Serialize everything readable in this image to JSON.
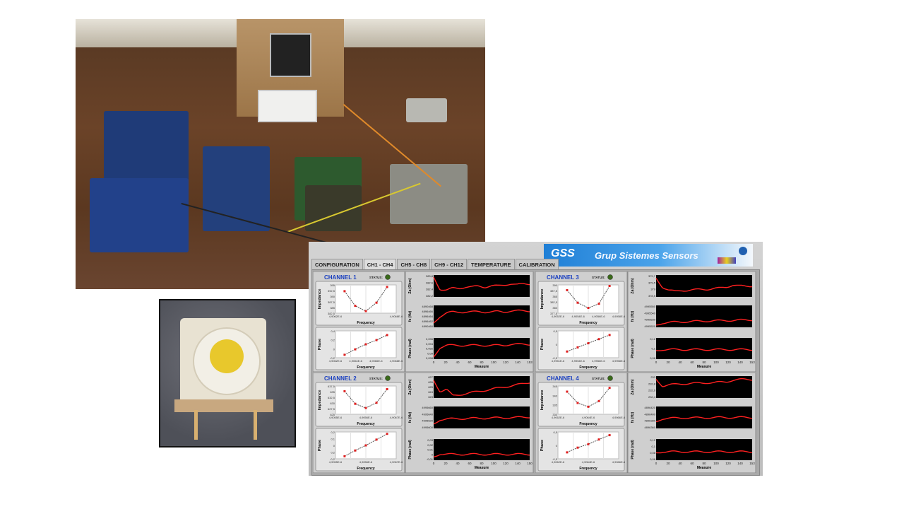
{
  "panel": {
    "banner": {
      "logo": "GSS",
      "title": "Grup Sistemes Sensors"
    },
    "tabs": [
      "CONFIGURATION",
      "CH1 - CH4",
      "CH5 - CH8",
      "CH9 - CH12",
      "TEMPERATURE",
      "CALIBRATION"
    ],
    "active_tab": 1,
    "status_label": "STATUS:",
    "colors": {
      "trace": "#ff2020",
      "plot_bg": "#000000",
      "led": "#3a6a1a",
      "title": "#1a3fc0"
    },
    "channels": [
      {
        "title": "CHANNEL 1",
        "imp": {
          "ylabel": "Impedance",
          "yticks": [
            "395",
            "392,5",
            "390",
            "387,5",
            "385",
            "382,5"
          ],
          "xticks": [
            "4,9062E-6",
            "4,9068E-6"
          ],
          "xlabel": "Frequency",
          "y": [
            392.5,
            385.5,
            383,
            387,
            394.5
          ],
          "ylim": [
            382,
            395.5
          ]
        },
        "phase": {
          "ylabel": "Phase",
          "yticks": [
            "0,4",
            "0,2",
            "0",
            "-0,2"
          ],
          "xticks": [
            "4,9062E-6",
            "4,9064E-6",
            "4,9066E-6",
            "4,9068E-6"
          ],
          "xlabel": "Frequency",
          "y": [
            -0.15,
            -0.02,
            0.1,
            0.2,
            0.32
          ],
          "ylim": [
            -0.22,
            0.42
          ]
        },
        "za": {
          "ylabel": "Za (Ohm)",
          "yticks": [
            "383,8",
            "382,6",
            "382,4",
            "382,2"
          ],
          "trend": [
            0.9,
            0.35,
            0.3,
            0.4,
            0.4,
            0.45,
            0.45,
            0.5,
            0.45,
            0.5,
            0.5,
            0.55,
            0.6,
            0.55,
            0.6,
            0.6
          ]
        },
        "fs": {
          "ylabel": "fs (Hz)",
          "yticks": [
            "4890468",
            "4896466",
            "4896464",
            "4896462",
            "4890460"
          ],
          "trend": [
            0.2,
            0.5,
            0.65,
            0.7,
            0.7,
            0.7,
            0.7,
            0.72,
            0.7,
            0.7,
            0.72,
            0.7,
            0.75,
            0.75,
            0.75,
            0.75
          ]
        },
        "ph": {
          "ylabel": "Phase (rad)",
          "yticks": [
            "0,096",
            "0,094",
            "0,092",
            "0,09",
            "0,098"
          ],
          "trend": [
            0.1,
            0.55,
            0.65,
            0.65,
            0.65,
            0.65,
            0.65,
            0.65,
            0.65,
            0.65,
            0.65,
            0.65,
            0.7,
            0.7,
            0.7,
            0.7
          ]
        },
        "xticks": [
          "0",
          "20",
          "40",
          "60",
          "80",
          "100",
          "120",
          "140",
          "153"
        ],
        "xlabel": "Measure"
      },
      {
        "title": "CHANNEL 2",
        "imp": {
          "ylabel": "Impedance",
          "yticks": [
            "637,5",
            "635",
            "632,5",
            "630",
            "627,5",
            "625"
          ],
          "xticks": [
            "4,9055E-6",
            "4,9056E-6",
            "4,9067E-6"
          ],
          "xlabel": "Frequency",
          "y": [
            635.5,
            629.5,
            627.5,
            630,
            636.5
          ],
          "ylim": [
            624.5,
            638
          ]
        },
        "phase": {
          "ylabel": "Phase",
          "yticks": [
            "0,2",
            "0,1",
            "0",
            "0,2",
            "-0,2"
          ],
          "xticks": [
            "4,9055E-6",
            "4,9056E-6",
            "4,9067E-6"
          ],
          "xlabel": "Frequency",
          "y": [
            -0.17,
            -0.08,
            0.0,
            0.09,
            0.18
          ],
          "ylim": [
            -0.21,
            0.21
          ]
        },
        "za": {
          "ylabel": "Za (Ohm)",
          "yticks": [
            "627",
            "626",
            "625",
            "624",
            "623"
          ],
          "trend": [
            0.8,
            0.3,
            0.4,
            0.1,
            0.15,
            0.2,
            0.25,
            0.3,
            0.35,
            0.4,
            0.45,
            0.5,
            0.55,
            0.6,
            0.65,
            0.72
          ]
        },
        "fs": {
          "ylabel": "fs (Hz)",
          "yticks": [
            "4995660",
            "4995640",
            "4995620",
            "4995600"
          ],
          "trend": [
            0.2,
            0.4,
            0.42,
            0.44,
            0.45,
            0.45,
            0.46,
            0.46,
            0.47,
            0.48,
            0.48,
            0.48,
            0.5,
            0.5,
            0.5,
            0.52
          ]
        },
        "ph": {
          "ylabel": "Phase (rad)",
          "yticks": [
            "0,03",
            "0,02",
            "0,01",
            "0",
            "-0,01"
          ],
          "trend": [
            0.15,
            0.3,
            0.28,
            0.28,
            0.28,
            0.28,
            0.28,
            0.28,
            0.28,
            0.28,
            0.28,
            0.28,
            0.28,
            0.28,
            0.28,
            0.28
          ]
        },
        "xticks": [
          "0",
          "20",
          "40",
          "60",
          "80",
          "100",
          "120",
          "140",
          "150"
        ],
        "xlabel": "Measure"
      },
      {
        "title": "CHANNEL 3",
        "imp": {
          "ylabel": "Impedance",
          "yticks": [
            "390",
            "387,5",
            "385",
            "382,5",
            "380",
            "377,5"
          ],
          "xticks": [
            "4,9052E-6",
            "4,9054E-6",
            "4,9056E-6",
            "4,9058E-6"
          ],
          "xlabel": "Frequency",
          "y": [
            388,
            382,
            379.5,
            381.5,
            390
          ],
          "ylim": [
            377,
            390.5
          ]
        },
        "phase": {
          "ylabel": "Phase",
          "yticks": [
            "0,5",
            "0",
            "-0,5"
          ],
          "xticks": [
            "4,9951E-6",
            "4,9954E-6",
            "4,9956E-6",
            "4,9958E-6"
          ],
          "xlabel": "Frequency",
          "y": [
            -0.3,
            -0.1,
            0.1,
            0.3,
            0.5
          ],
          "ylim": [
            -0.6,
            0.7
          ]
        },
        "za": {
          "ylabel": "Za (Ohm)",
          "yticks": [
            "379,7",
            "379,5",
            "379",
            "378,5"
          ],
          "trend": [
            0.85,
            0.45,
            0.3,
            0.25,
            0.3,
            0.3,
            0.32,
            0.35,
            0.35,
            0.38,
            0.4,
            0.45,
            0.55,
            0.5,
            0.48,
            0.5
          ]
        },
        "fs": {
          "ylabel": "fs (Hz)",
          "yticks": [
            "4995550",
            "4995540",
            "4995530",
            "4995520"
          ],
          "trend": [
            0.1,
            0.2,
            0.22,
            0.24,
            0.25,
            0.26,
            0.27,
            0.28,
            0.29,
            0.3,
            0.3,
            0.31,
            0.32,
            0.33,
            0.33,
            0.34
          ]
        },
        "ph": {
          "ylabel": "Phase (rad)",
          "yticks": [
            "0,12",
            "0,1",
            "0,08"
          ],
          "trend": [
            0.4,
            0.45,
            0.45,
            0.45,
            0.45,
            0.45,
            0.45,
            0.45,
            0.45,
            0.45,
            0.45,
            0.45,
            0.45,
            0.45,
            0.45,
            0.45
          ]
        },
        "xticks": [
          "0",
          "20",
          "40",
          "60",
          "80",
          "100",
          "120",
          "140",
          "153"
        ],
        "xlabel": "Measure"
      },
      {
        "title": "CHANNEL 4",
        "imp": {
          "ylabel": "Impedance",
          "yticks": [
            "345",
            "340",
            "335",
            "330"
          ],
          "xticks": [
            "4,9062E-6",
            "4,9064E-6",
            "4,9066E-6"
          ],
          "xlabel": "Frequency",
          "y": [
            342,
            336,
            334,
            337,
            344
          ],
          "ylim": [
            330,
            345
          ]
        },
        "phase": {
          "ylabel": "Phase",
          "yticks": [
            "0,5",
            "0",
            "-0,5"
          ],
          "xticks": [
            "4,9062E-6",
            "4,9064E-6",
            "4,9066E-6"
          ],
          "xlabel": "Frequency",
          "y": [
            -0.3,
            -0.08,
            0.08,
            0.3,
            0.5
          ],
          "ylim": [
            -0.6,
            0.65
          ]
        },
        "za": {
          "ylabel": "Za (Ohm)",
          "yticks": [
            "233",
            "232,8",
            "232,6",
            "232,4"
          ],
          "trend": [
            0.85,
            0.55,
            0.6,
            0.62,
            0.65,
            0.66,
            0.67,
            0.68,
            0.7,
            0.7,
            0.72,
            0.74,
            0.82,
            0.84,
            0.85,
            0.85
          ]
        },
        "fs": {
          "ylabel": "fs (Hz)",
          "yticks": [
            "4896420",
            "4896400",
            "4896380",
            "4896360"
          ],
          "trend": [
            0.3,
            0.45,
            0.46,
            0.47,
            0.48,
            0.48,
            0.48,
            0.49,
            0.49,
            0.49,
            0.5,
            0.5,
            0.5,
            0.5,
            0.5,
            0.5
          ]
        },
        "ph": {
          "ylabel": "Phase (rad)",
          "yticks": [
            "0,12",
            "0,1",
            "0,08",
            "0,06"
          ],
          "trend": [
            0.35,
            0.4,
            0.4,
            0.4,
            0.4,
            0.4,
            0.4,
            0.4,
            0.4,
            0.4,
            0.4,
            0.4,
            0.4,
            0.4,
            0.4,
            0.4
          ]
        },
        "xticks": [
          "0",
          "20",
          "40",
          "60",
          "80",
          "100",
          "120",
          "140",
          "153"
        ],
        "xlabel": "Measure"
      }
    ]
  }
}
